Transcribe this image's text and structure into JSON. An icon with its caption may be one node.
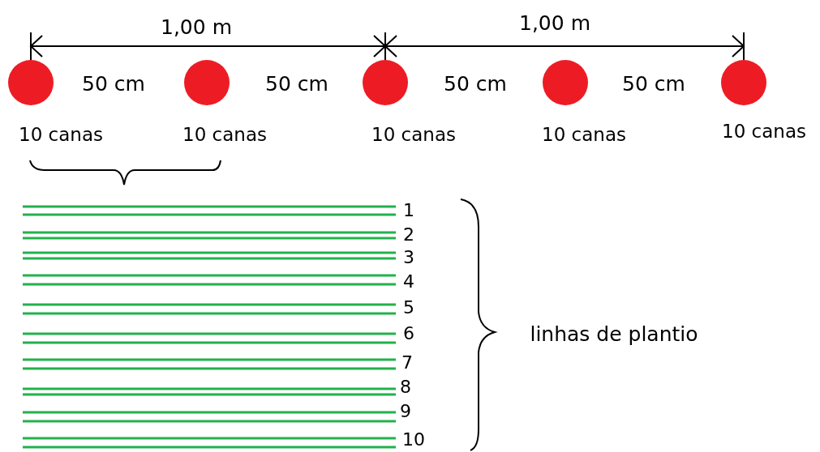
{
  "diagram": {
    "nodes": [
      {
        "text": [],
        "shape": "circle",
        "beside": [
          "10 canas"
        ]
      },
      {
        "text": [],
        "shape": "circle",
        "beside": [
          "10 canas"
        ]
      },
      {
        "text": [],
        "shape": "circle",
        "beside": [
          "10 canas"
        ]
      },
      {
        "text": [],
        "shape": "circle",
        "beside": [
          "10 canas"
        ]
      },
      {
        "text": [],
        "shape": "circle",
        "beside": [
          "10 canas"
        ]
      }
    ],
    "edges": [],
    "labels": [
      "1,00 m",
      "1,00 m",
      "50 cm",
      "50 cm",
      "50 cm",
      "50 cm",
      "1",
      "2",
      "3",
      "4",
      "5",
      "6",
      "7",
      "8",
      "9",
      "10",
      "linhas de plantio"
    ]
  }
}
